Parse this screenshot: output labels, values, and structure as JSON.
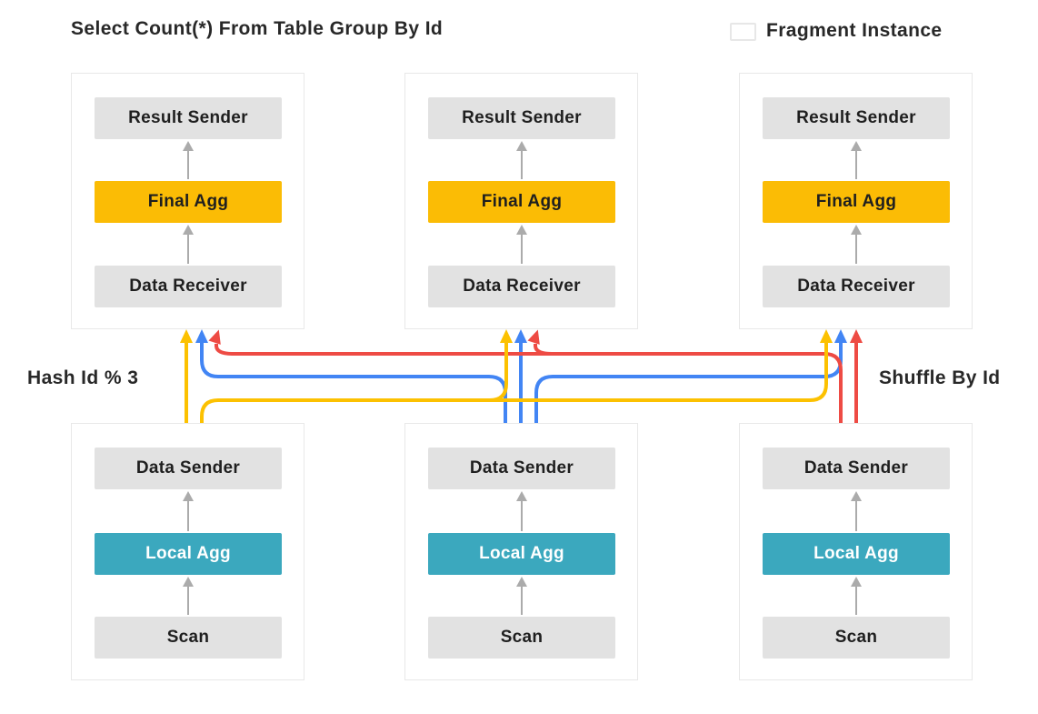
{
  "title": "Select Count(*) From Table Group By Id",
  "legend": {
    "label": "Fragment Instance"
  },
  "side_labels": {
    "left": "Hash Id % 3",
    "right": "Shuffle By Id"
  },
  "fragments": {
    "top": [
      {
        "nodes": [
          "Result Sender",
          "Final Agg",
          "Data Receiver"
        ]
      },
      {
        "nodes": [
          "Result Sender",
          "Final Agg",
          "Data Receiver"
        ]
      },
      {
        "nodes": [
          "Result Sender",
          "Final Agg",
          "Data Receiver"
        ]
      }
    ],
    "bottom": [
      {
        "nodes": [
          "Data Sender",
          "Local Agg",
          "Scan"
        ]
      },
      {
        "nodes": [
          "Data Sender",
          "Local Agg",
          "Scan"
        ]
      },
      {
        "nodes": [
          "Data Sender",
          "Local Agg",
          "Scan"
        ]
      }
    ]
  },
  "flows": [
    {
      "from": "bottom-fragment-1",
      "to": "top-fragment-1",
      "color": "yellow"
    },
    {
      "from": "bottom-fragment-1",
      "to": "top-fragment-2",
      "color": "yellow"
    },
    {
      "from": "bottom-fragment-1",
      "to": "top-fragment-3",
      "color": "yellow"
    },
    {
      "from": "bottom-fragment-2",
      "to": "top-fragment-1",
      "color": "blue"
    },
    {
      "from": "bottom-fragment-2",
      "to": "top-fragment-2",
      "color": "blue"
    },
    {
      "from": "bottom-fragment-2",
      "to": "top-fragment-3",
      "color": "blue"
    },
    {
      "from": "bottom-fragment-3",
      "to": "top-fragment-1",
      "color": "red"
    },
    {
      "from": "bottom-fragment-3",
      "to": "top-fragment-2",
      "color": "red"
    },
    {
      "from": "bottom-fragment-3",
      "to": "top-fragment-3",
      "color": "red"
    }
  ],
  "colors": {
    "flow_yellow": "#FCC101",
    "flow_blue": "#4285F4",
    "flow_red": "#EE4B44",
    "final_agg_fill": "#FBBC05",
    "local_agg_fill": "#3BA8BE",
    "node_gray": "#E2E2E2",
    "connector_gray": "#ABABAB",
    "fragment_border": "#E8E8E8",
    "text_dark": "#282828"
  }
}
